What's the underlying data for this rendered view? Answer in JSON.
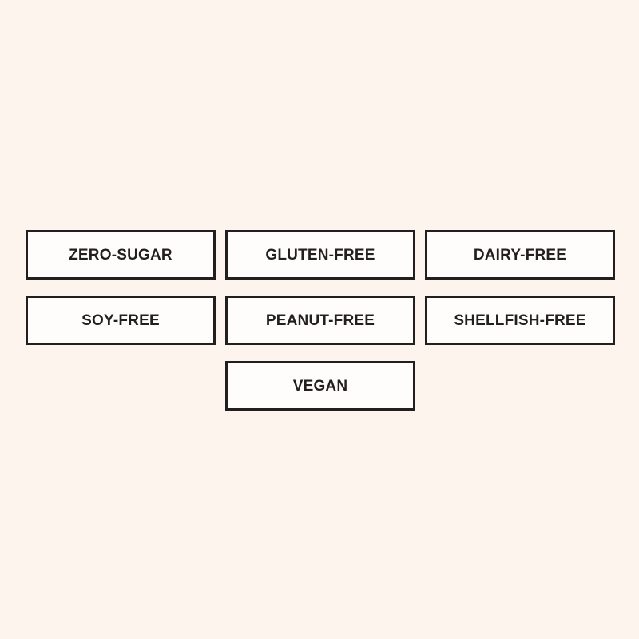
{
  "page": {
    "background_color": "#fdf4ed",
    "badge_fill_color": "#fefdfb",
    "badge_border_color": "#231f20",
    "badge_text_color": "#231f20"
  },
  "badges": {
    "rows": [
      {
        "items": [
          {
            "label": "ZERO-SUGAR"
          },
          {
            "label": "GLUTEN-FREE"
          },
          {
            "label": "DAIRY-FREE"
          }
        ]
      },
      {
        "items": [
          {
            "label": "SOY-FREE"
          },
          {
            "label": "PEANUT-FREE"
          },
          {
            "label": "SHELLFISH-FREE"
          }
        ]
      },
      {
        "items": [
          {
            "label": "VEGAN"
          }
        ]
      }
    ]
  }
}
